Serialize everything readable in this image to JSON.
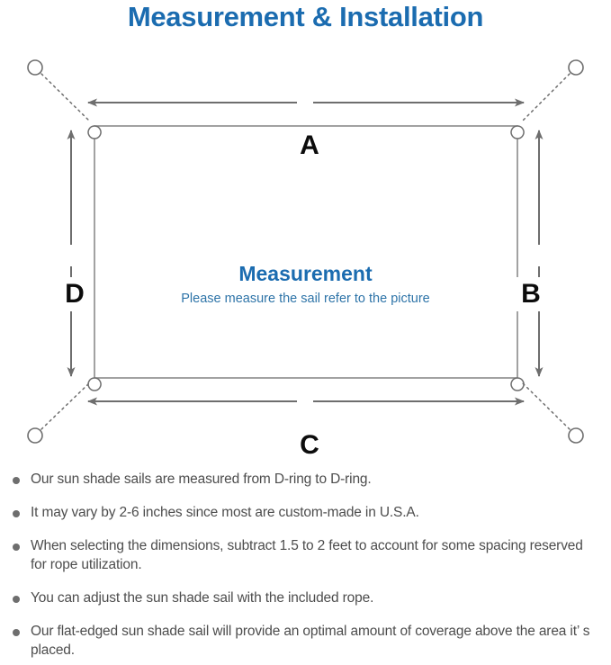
{
  "header": {
    "title": "Measurement & Installation",
    "title_color": "#1b6cb0"
  },
  "diagram": {
    "name": "sun-shade-sail-measurement-diagram",
    "center": {
      "title": "Measurement",
      "title_color": "#1b6cb0",
      "subtitle": "Please measure the sail refer to the picture",
      "subtitle_color": "#2e74a8"
    },
    "dimension_labels": {
      "top": "A",
      "right": "B",
      "bottom": "C",
      "left": "D"
    },
    "line_color": "#6e6e6e",
    "sail_edge_color": "#8a8a8a",
    "anchor_ring_count": 4,
    "d_ring_count": 4
  },
  "notes": {
    "bullet_color": "#6e6e6e",
    "items": [
      "Our sun shade sails are measured from D-ring to D-ring.",
      "It may vary by 2-6 inches since most are custom-made in U.S.A.",
      "When selecting the dimensions, subtract 1.5 to 2 feet to account for some spacing reserved for rope utilization.",
      "You can adjust the sun shade sail with the included rope.",
      "Our flat-edged sun shade sail will provide an optimal amount of coverage above the area it’ s placed."
    ]
  }
}
